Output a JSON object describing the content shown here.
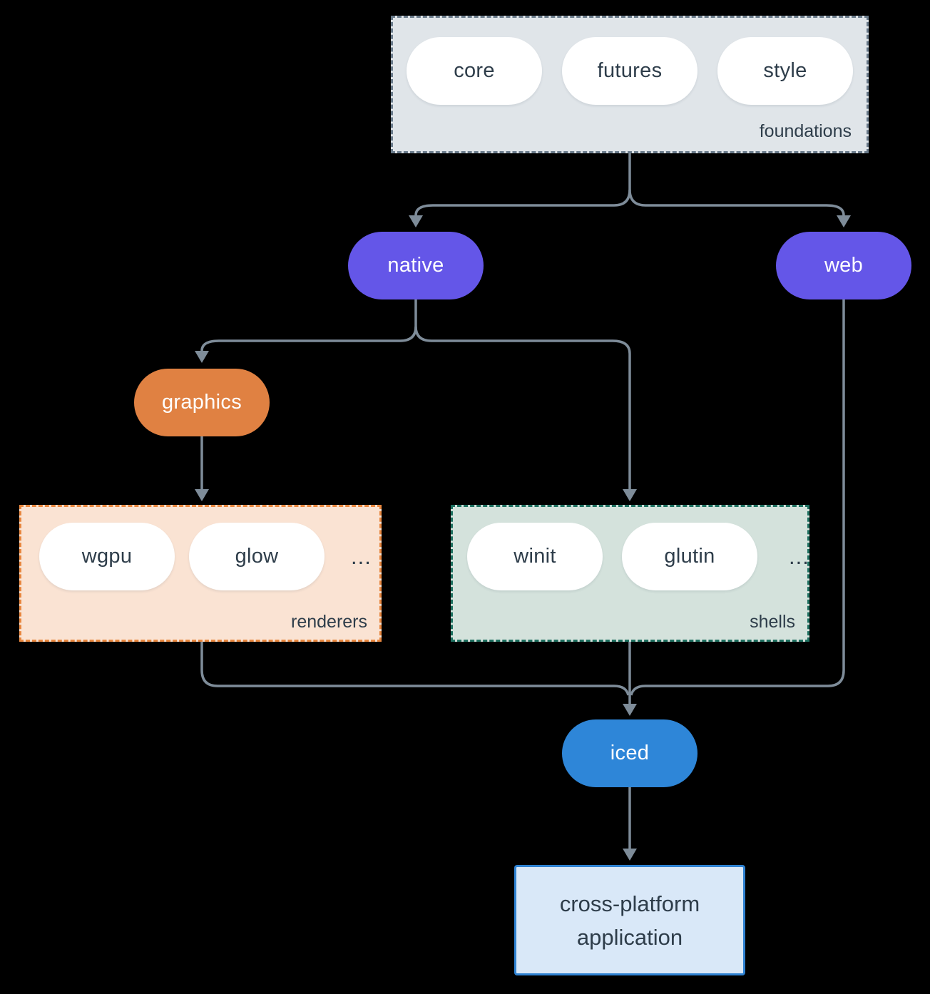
{
  "groups": {
    "foundations": {
      "label": "foundations",
      "items": [
        "core",
        "futures",
        "style"
      ]
    },
    "renderers": {
      "label": "renderers",
      "items": [
        "wgpu",
        "glow"
      ],
      "ellipsis": "..."
    },
    "shells": {
      "label": "shells",
      "items": [
        "winit",
        "glutin"
      ],
      "ellipsis": "..."
    }
  },
  "nodes": {
    "native": "native",
    "web": "web",
    "graphics": "graphics",
    "iced": "iced",
    "application": "cross-platform application"
  },
  "colors": {
    "background": "#000000",
    "arrow": "#7e8c99",
    "node_purple": "#6456e8",
    "node_orange": "#e08142",
    "node_blue": "#2e86d8",
    "dark_text": "#2e3d4a",
    "foundations_fill": "#e0e5e9",
    "foundations_border": "#697a8a",
    "renderers_fill": "#fae3d3",
    "renderers_border": "#e8873f",
    "shells_fill": "#d4e2dc",
    "shells_border": "#1e7060",
    "application_fill": "#d9e8f8",
    "application_border": "#2f82d2"
  }
}
